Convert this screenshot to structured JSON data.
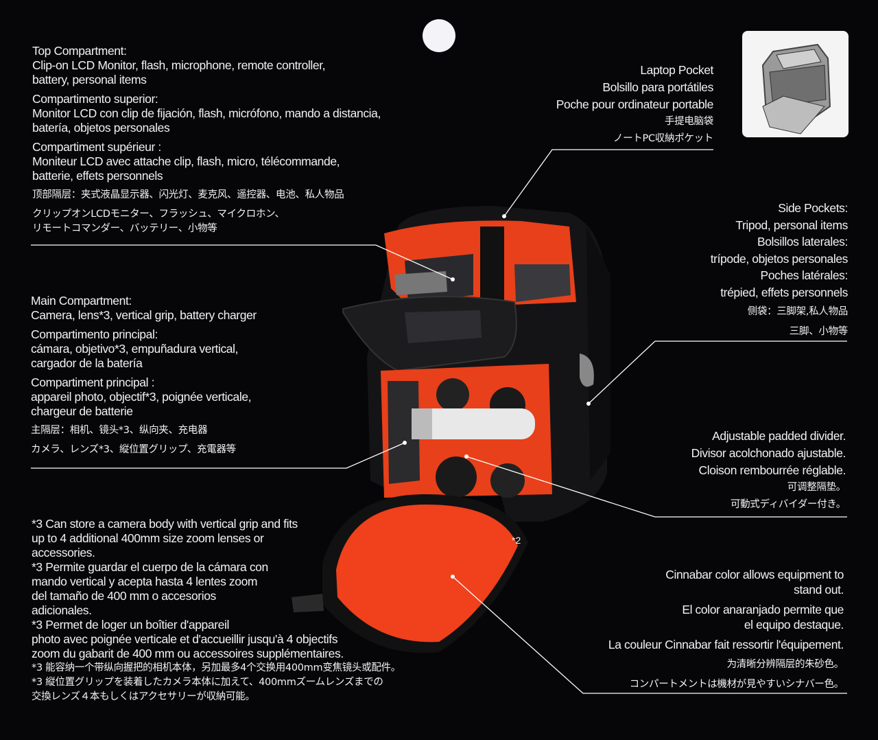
{
  "top_compartment": {
    "en_title": "Top Compartment:",
    "en_lines": [
      "Clip-on LCD Monitor, flash, microphone, remote controller,",
      "battery, personal items"
    ],
    "es_title": "Compartimento superior:",
    "es_lines": [
      "Monitor LCD con clip de fijación, flash, micrófono, mando a distancia,",
      "batería, objetos personales"
    ],
    "fr_title": "Compartiment supérieur :",
    "fr_lines": [
      "Moniteur LCD avec attache clip, flash, micro, télécommande,",
      "batterie, effets personnels"
    ],
    "zh": "顶部隔层：夹式液晶显示器、闪光灯、麦克风、遥控器、电池、私人物品",
    "ja_lines": [
      "クリップオンLCDモニター、フラッシュ、マイクロホン、",
      "リモートコマンダー、バッテリー、小物等"
    ]
  },
  "main_compartment": {
    "en_title": "Main Compartment:",
    "en_line": "Camera, lens*3, vertical grip, battery charger",
    "es_title": "Compartimento principal:",
    "es_lines": [
      "cámara, objetivo*3, empuñadura vertical,",
      "cargador de la batería"
    ],
    "fr_title": "Compartiment principal :",
    "fr_lines": [
      "appareil photo, objectif*3, poignée verticale,",
      "chargeur de batterie"
    ],
    "zh": "主隔层：相机、镜头*3、纵向夹、充电器",
    "ja": "カメラ、レンズ*3、縦位置グリップ、充電器等"
  },
  "footnote": {
    "en_lines": [
      "*3 Can store a camera body with vertical grip and fits",
      "up to 4 additional 400mm size zoom lenses or",
      "accessories."
    ],
    "es_lines": [
      "*3 Permite guardar el cuerpo de la cámara con",
      "mando vertical y acepta hasta 4 lentes zoom",
      "del tamaño de 400 mm o accesorios",
      "adicionales."
    ],
    "fr_lines": [
      "*3 Permet de loger un boîtier d'appareil",
      "photo avec poignée verticale et d'accueillir jusqu'à 4 objectifs",
      "zoom du gabarit de 400 mm ou accessoires supplémentaires."
    ],
    "zh": "*3 能容纳一个带纵向握把的相机本体，另加最多4个交换用400mm变焦镜头或配件。",
    "ja_lines": [
      "*3 縦位置グリップを装着したカメラ本体に加えて、400mmズームレンズまでの",
      "交換レンズ４本もしくはアクセサリーが収納可能。"
    ]
  },
  "laptop_pocket": {
    "lines": [
      "Laptop Pocket",
      "Bolsillo para portátiles",
      "Poche pour ordinateur portable"
    ],
    "zh": "手提电脑袋",
    "ja": "ノートPC収納ポケット"
  },
  "side_pockets": {
    "lines": [
      "Side Pockets:",
      "Tripod, personal items",
      "Bolsillos laterales:",
      "trípode, objetos personales",
      "Poches latérales:",
      "trépied, effets personnels"
    ],
    "zh": "侧袋：三脚架,私人物品",
    "ja": "三脚、小物等"
  },
  "divider": {
    "lines": [
      "Adjustable padded divider.",
      "Divisor acolchonado ajustable.",
      "Cloison rembourrée réglable."
    ],
    "zh": "可调整隔垫。",
    "ja": "可動式ディバイダー付き。"
  },
  "cinnabar": {
    "lines": [
      "Cinnabar color allows equipment to",
      "stand out.",
      "El color anaranjado permite que",
      "el equipo destaque.",
      "La couleur Cinnabar fait ressortir l'équipement."
    ],
    "zh": "为清晰分辨隔层的朱砂色。",
    "ja": "コンパートメントは機材が見やすいシナバー色。"
  },
  "note_marker": "*2",
  "colors": {
    "background": "#060609",
    "cinnabar": "#f0401c",
    "text": "#f2f2f2"
  }
}
